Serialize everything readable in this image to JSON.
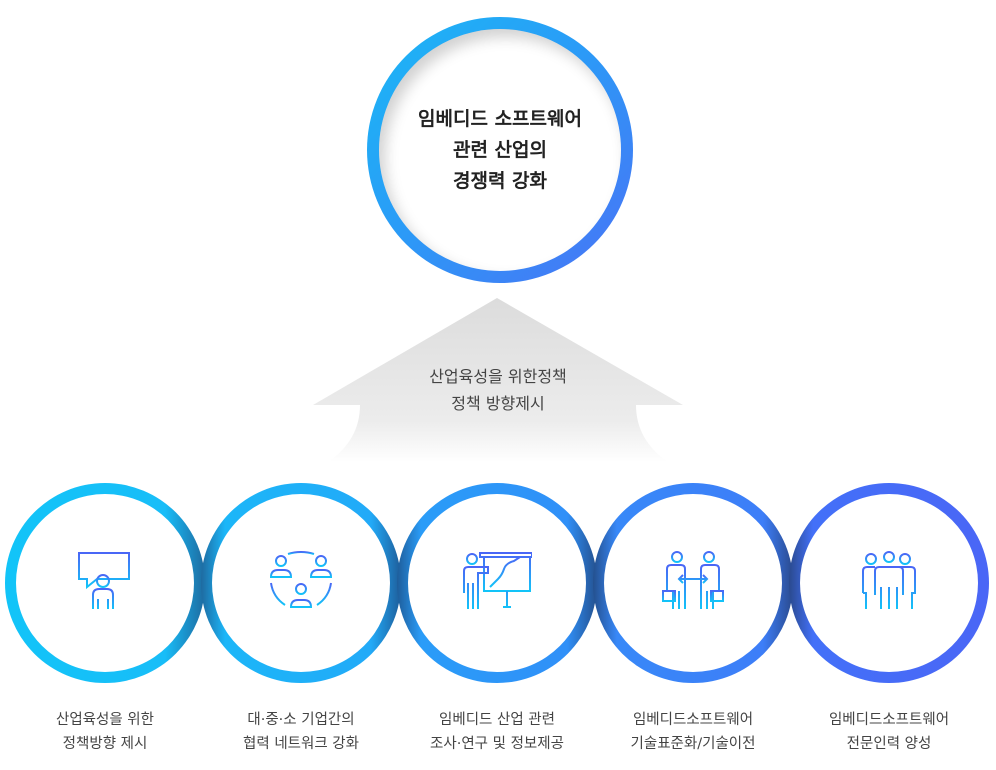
{
  "goal": {
    "lines": [
      "임베디드 소프트웨어",
      "관련 산업의",
      "경쟁력 강화"
    ]
  },
  "arrow": {
    "lines": [
      "산업육성을 위한정책",
      "정책 방향제시"
    ]
  },
  "items": [
    {
      "icon": "presenter-speech-icon",
      "lines": [
        "산업육성을 위한",
        "정책방향 제시"
      ]
    },
    {
      "icon": "network-people-icon",
      "lines": [
        "대·중·소 기업간의",
        "협력 네트워크 강화"
      ]
    },
    {
      "icon": "presentation-chart-icon",
      "lines": [
        "임베디드 산업 관련",
        "조사·연구 및 정보제공"
      ]
    },
    {
      "icon": "exchange-people-icon",
      "lines": [
        "임베디드소프트웨어",
        "기술표준화/기술이전"
      ]
    },
    {
      "icon": "group-people-icon",
      "lines": [
        "임베디드소프트웨어",
        "전문인력 양성"
      ]
    }
  ],
  "colors": {
    "cyan": "#12c4f8",
    "blue": "#2e8ff8",
    "indigo": "#4a66f6"
  }
}
